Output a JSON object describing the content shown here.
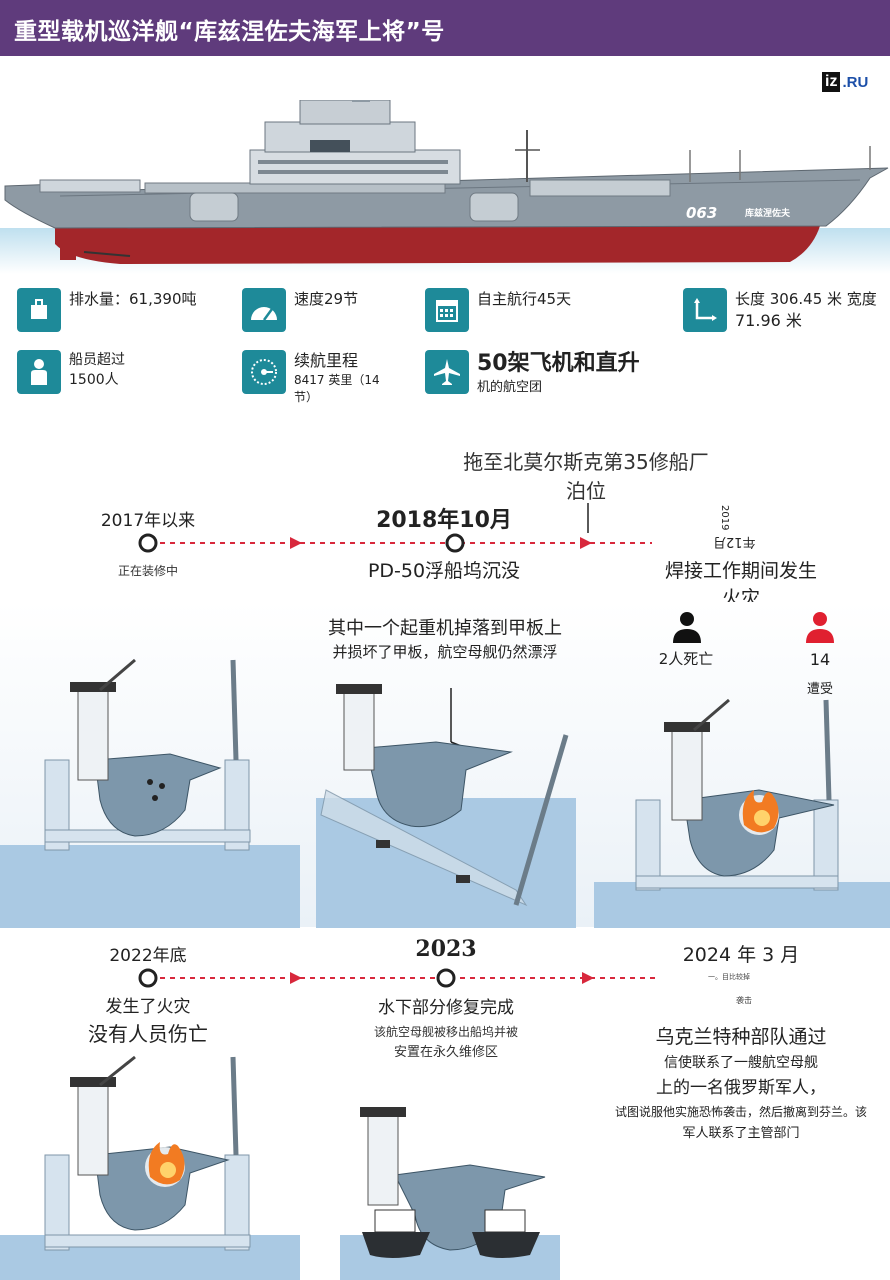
{
  "header": {
    "title": "重型载机巡洋舰“库兹涅佐夫海军上将”号"
  },
  "logo": {
    "box": "iz",
    "suffix": ".RU"
  },
  "ship": {
    "hull_number": "063",
    "hull_name": "库兹涅佐夫"
  },
  "stats": [
    {
      "icon": "weight-icon",
      "text": "排水量：61,390吨"
    },
    {
      "icon": "speedometer-icon",
      "text": "速度29节"
    },
    {
      "icon": "calendar-icon",
      "text": "自主航行45天"
    },
    {
      "icon": "dimensions-icon",
      "text_line1": "长度 306.45 米 宽度",
      "text_line2": "71.96 米"
    },
    {
      "icon": "crew-icon",
      "text_line1": "船员超过",
      "text_line2": "1500人"
    },
    {
      "icon": "range-gauge-icon",
      "text_line1": "续航里程",
      "text_line2": "8417 英里（14",
      "text_line3": "节）"
    },
    {
      "icon": "jet-icon",
      "text_line1": "50架飞机和直升",
      "text_line2": "机的航空团"
    }
  ],
  "timeline1": {
    "top_note_line1": "拖至北莫尔斯克第35修船厂",
    "top_note_line2": "泊位",
    "events": [
      {
        "date": "2017年以来",
        "caption": "正在装修中"
      },
      {
        "date": "2018年10月",
        "caption": "PD-50浮船坞沉没"
      },
      {
        "date_year": "2019",
        "date_month": "年12月",
        "caption_line1": "焊接工作期间发生",
        "caption_line2": "火灾"
      }
    ],
    "crane_note_line1": "其中一个起重机掉落到甲板上",
    "crane_note_line2": "并损坏了甲板，航空母舰仍然漂浮",
    "casualties": {
      "dead_label": "2人死亡",
      "injured_count": "14",
      "injured_label": "遭受"
    }
  },
  "timeline2": {
    "events": [
      {
        "date": "2022年底",
        "caption_line1": "发生了火灾",
        "caption_line2": "没有人员伤亡"
      },
      {
        "date": "2023",
        "caption_line1": "水下部分修复完成",
        "note_line1": "该航空母舰被移出船坞并被",
        "note_line2": "安置在永久维修区"
      },
      {
        "date": "2024 年 3 月",
        "tiny_note": "一。目比较掉",
        "tiny_note2": "袭击",
        "caption_line1": "乌克兰特种部队通过",
        "note_line1": "信使联系了一艘航空母舰",
        "note_line2": "上的一名俄罗斯军人，",
        "note_line3": "试图说服他实施恐怖袭击，然后撤离到芬兰。该",
        "note_line4": "军人联系了主管部门"
      }
    ]
  },
  "colors": {
    "header": "#5f3b7c",
    "accent": "#1e8a99",
    "timeline": "#d8283c",
    "hull_red": "#a3262a",
    "hull_grey": "#8e9aa4",
    "water": "#aac9e3"
  }
}
